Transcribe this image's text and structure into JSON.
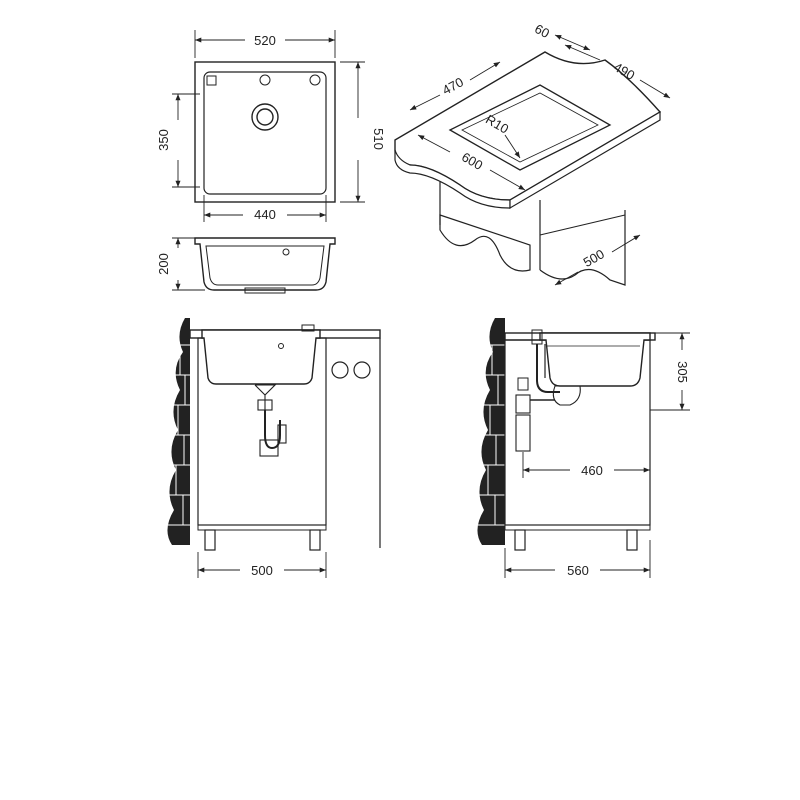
{
  "colors": {
    "line": "#222222",
    "wall": "#222222",
    "background": "#ffffff"
  },
  "top_view": {
    "width_label": "520",
    "height_label": "510",
    "inner_height_label": "350",
    "inner_width_label": "440"
  },
  "section_view": {
    "depth_label": "200"
  },
  "cutout_view": {
    "top_a": "60",
    "top_b": "490",
    "left_a": "470",
    "radius": "R10",
    "front": "600",
    "cabinet_depth": "500"
  },
  "front_view": {
    "width_label": "500"
  },
  "side_view": {
    "height_label": "305",
    "drain_label": "460",
    "width_label": "560"
  }
}
